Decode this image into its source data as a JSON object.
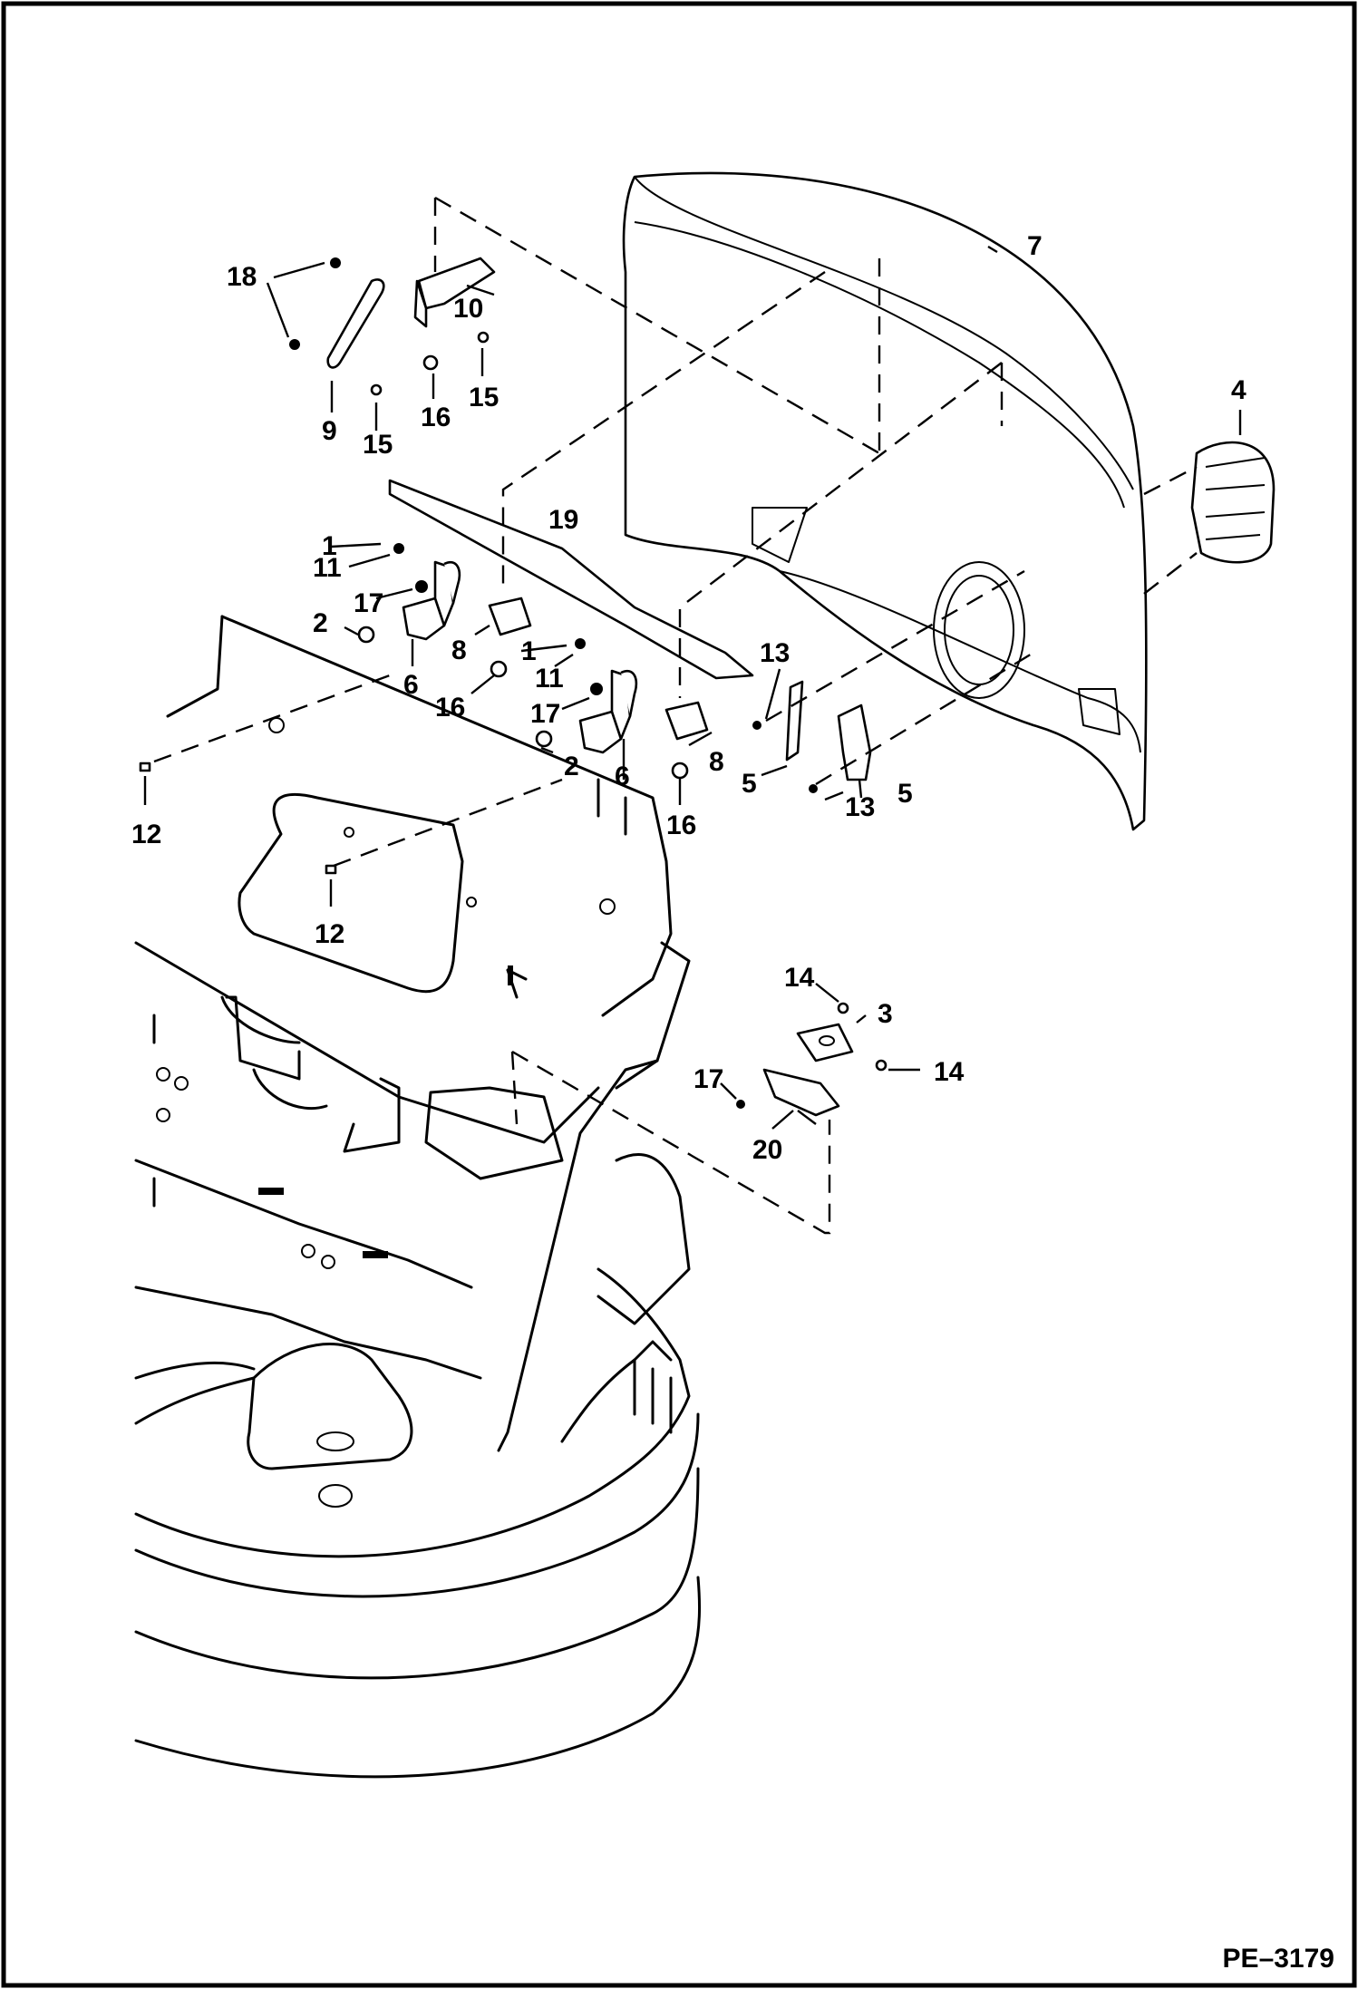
{
  "reference": "PE–3179",
  "callouts": [
    {
      "id": "c1a",
      "text": "1"
    },
    {
      "id": "c1b",
      "text": "1"
    },
    {
      "id": "c2a",
      "text": "2"
    },
    {
      "id": "c2b",
      "text": "2"
    },
    {
      "id": "c3",
      "text": "3"
    },
    {
      "id": "c4",
      "text": "4"
    },
    {
      "id": "c5a",
      "text": "5"
    },
    {
      "id": "c5b",
      "text": "5"
    },
    {
      "id": "c6a",
      "text": "6"
    },
    {
      "id": "c6b",
      "text": "6"
    },
    {
      "id": "c7",
      "text": "7"
    },
    {
      "id": "c8a",
      "text": "8"
    },
    {
      "id": "c8b",
      "text": "8"
    },
    {
      "id": "c9",
      "text": "9"
    },
    {
      "id": "c10",
      "text": "10"
    },
    {
      "id": "c11a",
      "text": "11"
    },
    {
      "id": "c11b",
      "text": "11"
    },
    {
      "id": "c12a",
      "text": "12"
    },
    {
      "id": "c12b",
      "text": "12"
    },
    {
      "id": "c13a",
      "text": "13"
    },
    {
      "id": "c13b",
      "text": "13"
    },
    {
      "id": "c14a",
      "text": "14"
    },
    {
      "id": "c14b",
      "text": "14"
    },
    {
      "id": "c15a",
      "text": "15"
    },
    {
      "id": "c15b",
      "text": "15"
    },
    {
      "id": "c16a",
      "text": "16"
    },
    {
      "id": "c16b",
      "text": "16"
    },
    {
      "id": "c16c",
      "text": "16"
    },
    {
      "id": "c17a",
      "text": "17"
    },
    {
      "id": "c17b",
      "text": "17"
    },
    {
      "id": "c17c",
      "text": "17"
    },
    {
      "id": "c18",
      "text": "18"
    },
    {
      "id": "c19",
      "text": "19"
    },
    {
      "id": "c20",
      "text": "20"
    }
  ]
}
